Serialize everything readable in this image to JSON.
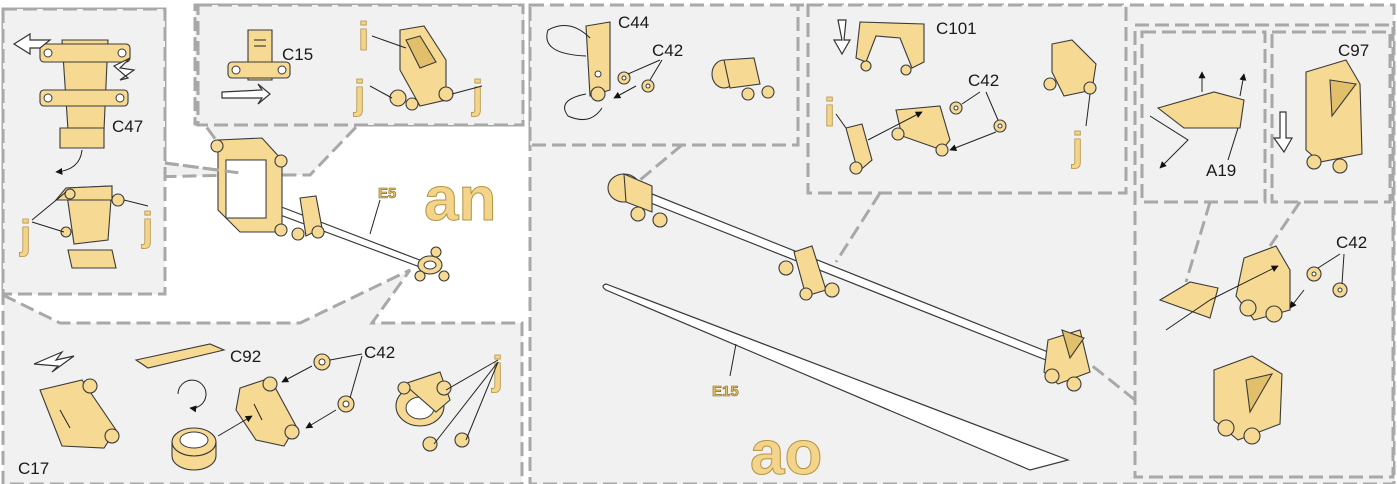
{
  "sections": [
    {
      "id": "an",
      "label": "an",
      "rod_label": "E5"
    },
    {
      "id": "ao",
      "label": "ao",
      "rod_label": "E15"
    }
  ],
  "parts": {
    "c47": "C47",
    "c15": "C15",
    "c44": "C44",
    "c42": "C42",
    "c101": "C101",
    "c97": "C97",
    "a19": "A19",
    "c92": "C92",
    "c17": "C17"
  },
  "markers": {
    "i": "i",
    "j": "j"
  },
  "colors": {
    "part": "#f6d992",
    "panel": "#f1f1f1",
    "border": "#a8a8a8"
  }
}
